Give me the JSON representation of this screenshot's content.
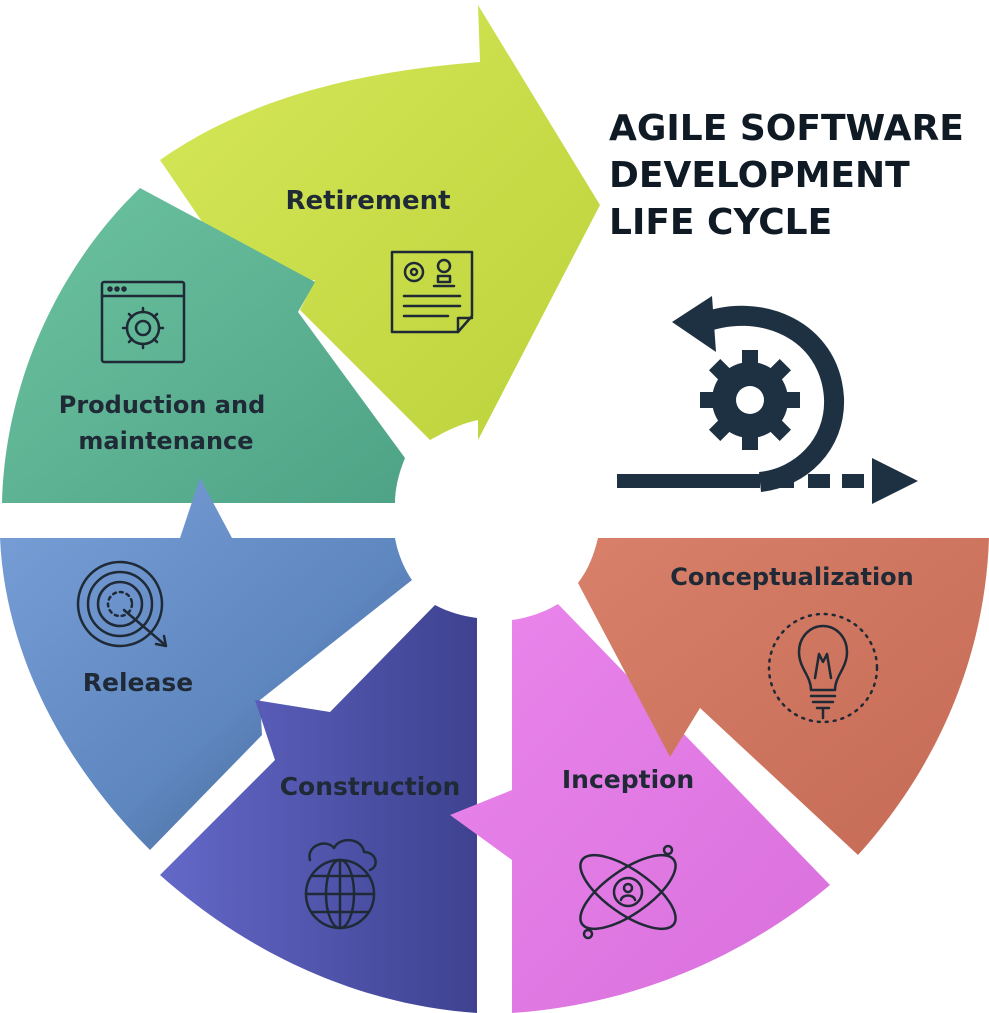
{
  "title": {
    "lines": [
      "AGILE SOFTWARE",
      "DEVELOPMENT",
      "LIFE CYCLE"
    ]
  },
  "stages": [
    {
      "id": "retirement",
      "lines": [
        "Retirement"
      ],
      "color": "#c9de4a",
      "icon": "document-gear-stamp-icon"
    },
    {
      "id": "production",
      "lines": [
        "Production and",
        "maintenance"
      ],
      "color": "#5fb896",
      "icon": "browser-gear-icon"
    },
    {
      "id": "release",
      "lines": [
        "Release"
      ],
      "color": "#6e93cc",
      "icon": "target-arrow-icon"
    },
    {
      "id": "construction",
      "lines": [
        "Construction"
      ],
      "color": "#5a5fb8",
      "icon": "globe-cloud-icon"
    },
    {
      "id": "inception",
      "lines": [
        "Inception"
      ],
      "color": "#e07ee2",
      "icon": "atom-person-icon"
    },
    {
      "id": "conceptualization",
      "lines": [
        "Conceptualization"
      ],
      "color": "#cf7660",
      "icon": "lightbulb-icon"
    }
  ],
  "cycle_icon": {
    "name": "agile-cycle-gear-arrow-icon",
    "color": "#1e3142"
  }
}
